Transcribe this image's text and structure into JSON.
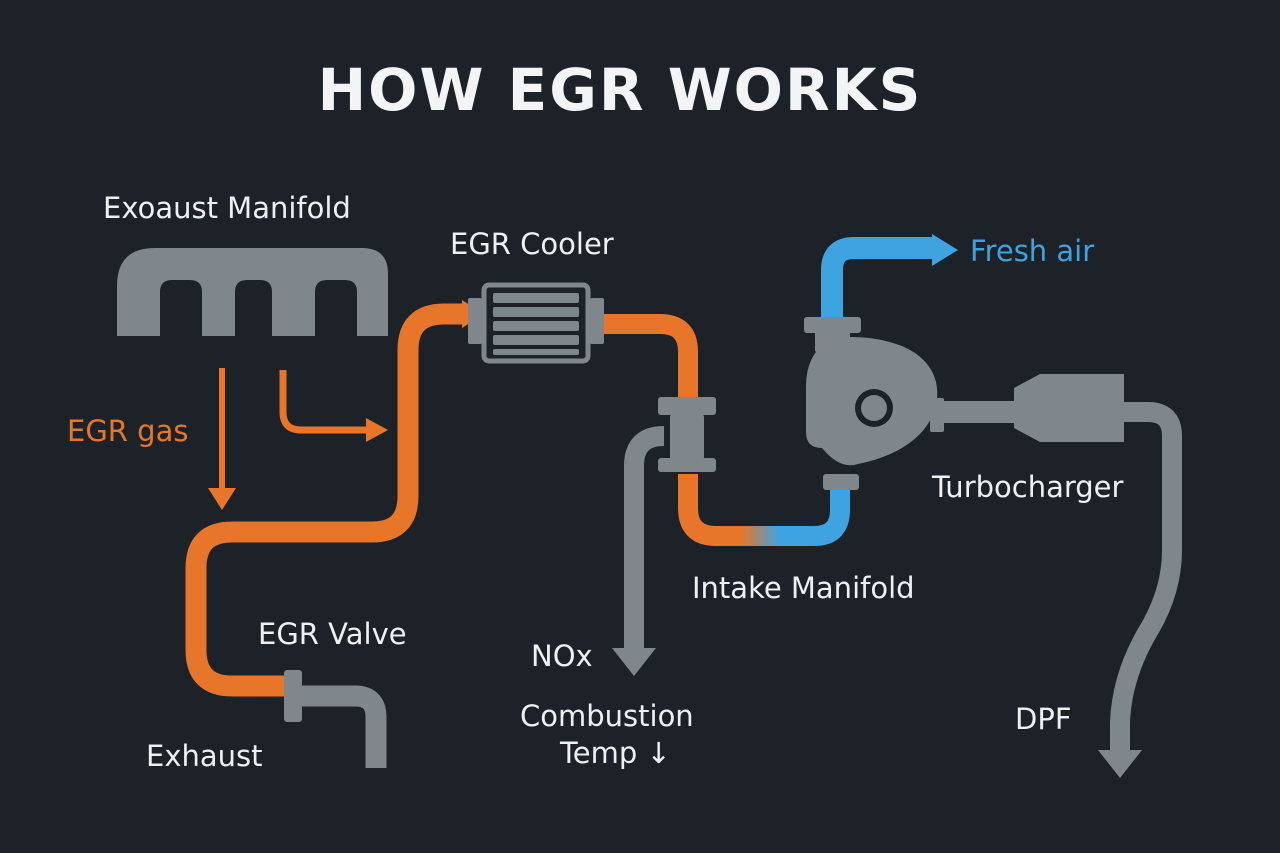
{
  "title": "HOW EGR WORKS",
  "labels": {
    "exhaust_manifold": "Exoaust Manifold",
    "egr_cooler": "EGR Cooler",
    "fresh_air": "Fresh air",
    "egr_gas": "EGR gas",
    "turbocharger": "Turbocharger",
    "intake_manifold": "Intake Manifold",
    "egr_valve": "EGR Valve",
    "nox": "NOx",
    "combustion_temp_line1": "Combustion",
    "combustion_temp_line2": "Temp ↓",
    "dpf": "DPF",
    "exhaust": "Exhaust"
  },
  "colors": {
    "background": "#1c2228",
    "egr_gas": "#e8762a",
    "fresh_air": "#3fa3e0",
    "component": "#7f868c",
    "text": "#eef0f2"
  }
}
